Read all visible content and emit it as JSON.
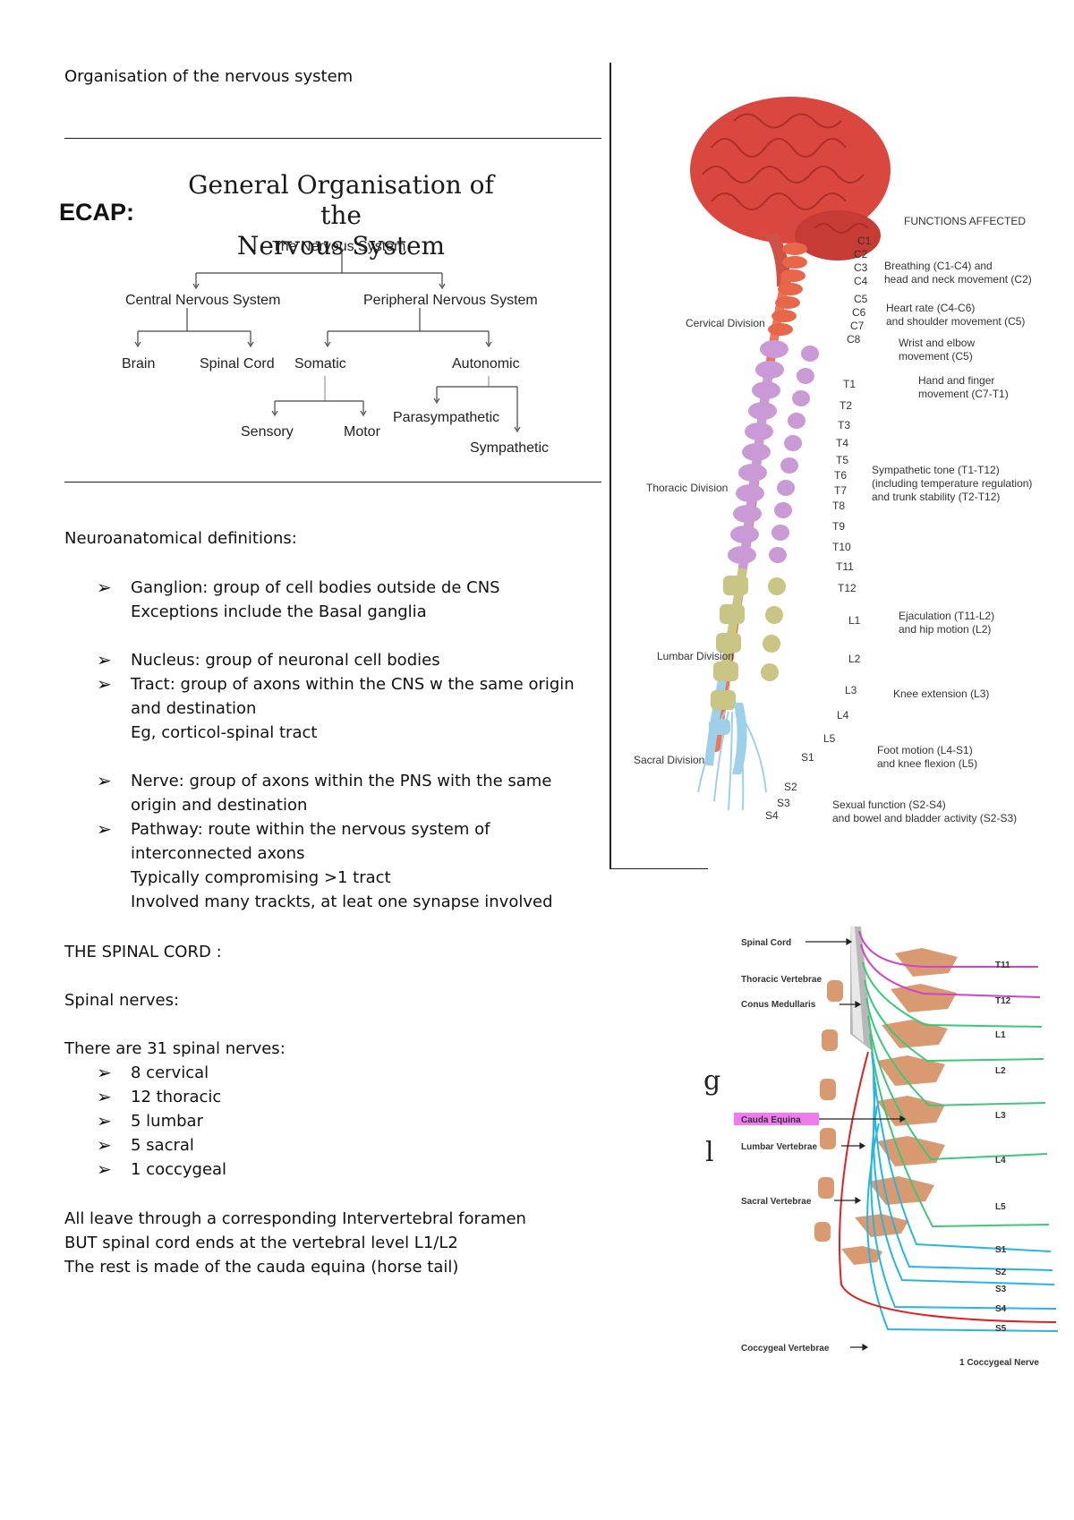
{
  "header": {
    "title": "Organisation of the nervous system"
  },
  "recap": {
    "word": "ECAP:",
    "title_line1": "General Organisation of the",
    "title_line2": "Nervous System",
    "root": "The Nervous System",
    "cns": "Central Nervous System",
    "pns": "Peripheral Nervous System",
    "brain": "Brain",
    "spinal_cord": "Spinal Cord",
    "somatic": "Somatic",
    "autonomic": "Autonomic",
    "sensory": "Sensory",
    "motor": "Motor",
    "parasympathetic": "Parasympathetic",
    "sympathetic": "Sympathetic"
  },
  "definitions": {
    "heading": "Neuroanatomical definitions:",
    "items": [
      {
        "lines": [
          "Ganglion: group of cell bodies outside de CNS",
          "Exceptions include the Basal ganglia"
        ]
      },
      {
        "lines": [
          "Nucleus: group of neuronal cell bodies"
        ]
      },
      {
        "lines": [
          "Tract: group of axons within the CNS w the same origin",
          "and destination",
          "Eg, corticol-spinal tract"
        ]
      },
      {
        "lines": [
          "Nerve: group of axons within the PNS with the same",
          "origin and destination"
        ]
      },
      {
        "lines": [
          "Pathway: route within the nervous system of",
          "interconnected axons",
          "Typically compromising >1 tract",
          "Involved many trackts, at leat one synapse involved"
        ]
      }
    ]
  },
  "spinal_cord": {
    "heading": "THE SPINAL CORD :",
    "subheading": "Spinal nerves:",
    "intro": "There are 31 spinal nerves:",
    "list": [
      "8 cervical",
      "12 thoracic",
      "5 lumbar",
      "5 sacral",
      "1 coccygeal"
    ],
    "notes": [
      "All leave  through a corresponding Intervertebral foramen",
      "BUT spinal cord ends at the vertebral level L1/L2",
      "The rest is made of the cauda equina (horse tail)"
    ]
  },
  "spine_figure": {
    "functions_heading": "FUNCTIONS AFFECTED",
    "divisions": [
      "Cervical Division",
      "Thoracic Division",
      "Lumbar Division",
      "Sacral Division"
    ],
    "levels": [
      "C1",
      "C2",
      "C3",
      "C4",
      "C5",
      "C6",
      "C7",
      "C8",
      "T1",
      "T2",
      "T3",
      "T4",
      "T5",
      "T6",
      "T7",
      "T8",
      "T9",
      "T10",
      "T11",
      "T12",
      "L1",
      "L2",
      "L3",
      "L4",
      "L5",
      "S1",
      "S2",
      "S3",
      "S4"
    ],
    "functions": [
      [
        "Breathing (C1-C4) and",
        "head and neck movement (C2)"
      ],
      [
        "Heart rate (C4-C6)",
        "and shoulder movement (C5)"
      ],
      [
        "Wrist and elbow",
        "movement (C5)"
      ],
      [
        "Hand and finger",
        "movement (C7-T1)"
      ],
      [
        "Sympathetic tone (T1-T12)",
        "(including temperature regulation)",
        "and trunk stability (T2-T12)"
      ],
      [
        "Ejaculation (T11-L2)",
        "and hip motion (L2)"
      ],
      [
        "Knee extension (L3)"
      ],
      [
        "Foot motion (L4-S1)",
        "and knee flexion (L5)"
      ],
      [
        "Sexual function (S2-S4)",
        "and bowel and bladder activity (S2-S3)"
      ]
    ],
    "colors": {
      "brain": "#d9473f",
      "cervical": "#e8674a",
      "thoracic": "#c99ad6",
      "lumbar": "#c8c585",
      "sacral": "#9fd0ea"
    }
  },
  "cauda_figure": {
    "left_labels": [
      "Spinal Cord",
      "Thoracic Vertebrae",
      "Conus Medullaris",
      "Cauda Equina",
      "Lumbar Vertebrae",
      "Sacral Vertebrae",
      "Coccygeal Vertebrae"
    ],
    "right_labels": [
      "T11",
      "T12",
      "L1",
      "L2",
      "L3",
      "L4",
      "L5",
      "S1",
      "S2",
      "S3",
      "S4",
      "S5"
    ],
    "bottom_label": "1 Coccygeal Nerve",
    "stray_glyphs": [
      "g",
      "l"
    ],
    "colors": {
      "upper": "#cc44cc",
      "lumbar": "#3cc77a",
      "sacral": "#28b6e0",
      "coccygeal": "#dd2222",
      "bone": "#d99a72",
      "highlight": "#f07af0"
    }
  }
}
